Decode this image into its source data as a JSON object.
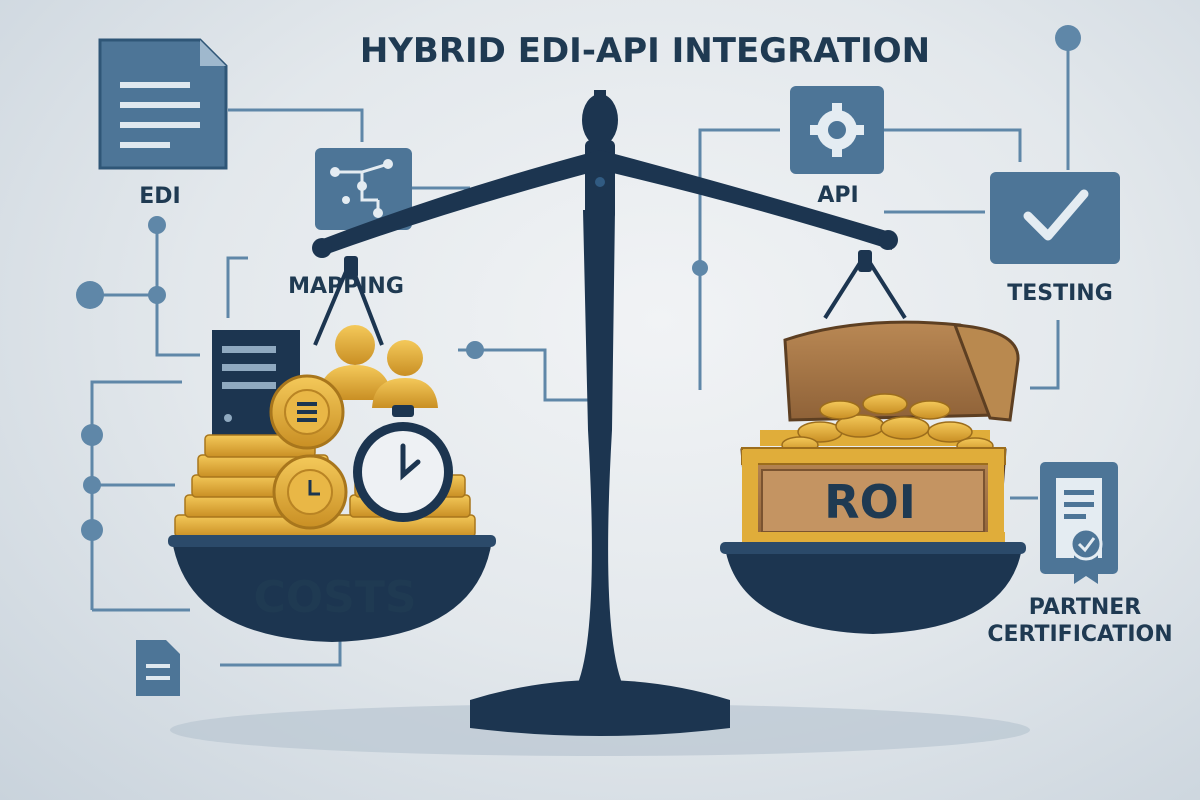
{
  "title": "HYBRID EDI-API INTEGRATION",
  "nodes": {
    "edi": "EDI",
    "mapping": "MAPPING",
    "api": "API",
    "testing": "TESTING",
    "partner_certification": [
      "PARTNER",
      "CERTIFICATION"
    ]
  },
  "scale": {
    "left_pan": "COSTS",
    "right_pan": "ROI"
  },
  "colors": {
    "navy": "#1c3550",
    "node_blue": "#4d7597",
    "line_blue": "#5f87a8",
    "gold": "#e0ad3a",
    "wood": "#a8784a"
  }
}
